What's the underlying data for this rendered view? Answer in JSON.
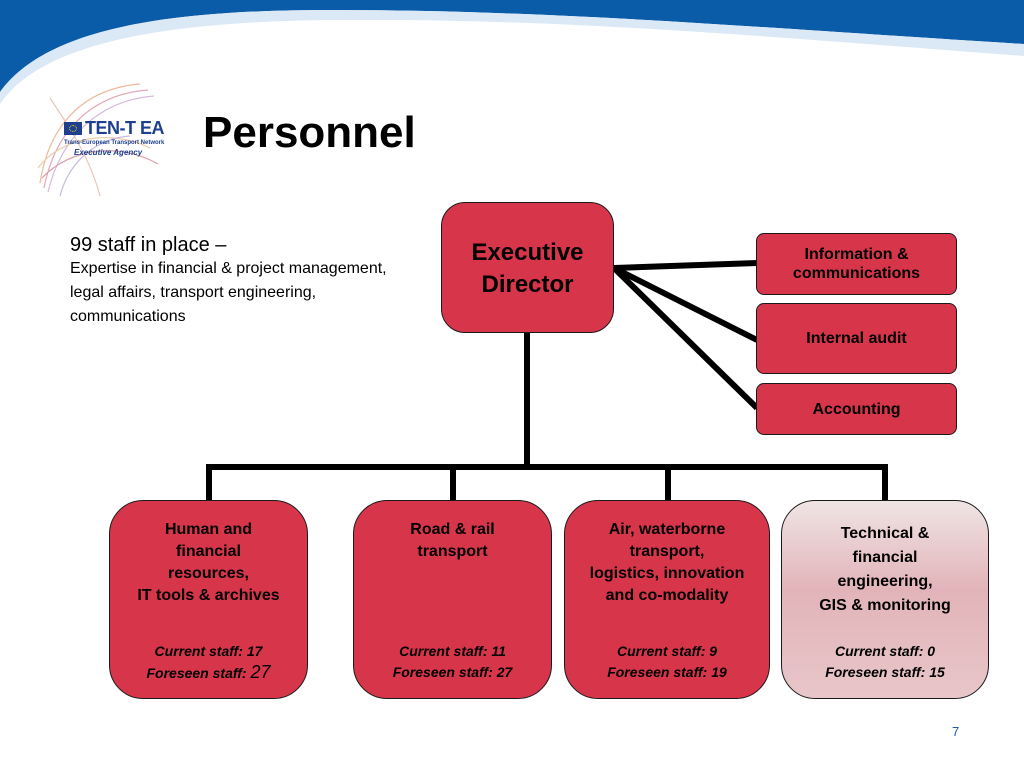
{
  "slide": {
    "title": "Personnel",
    "page_number": "7"
  },
  "logo": {
    "name": "TEN-T EA",
    "subtitle": "Trans-European Transport Network",
    "tagline": "Executive Agency"
  },
  "intro": {
    "headline": "99 staff in place –",
    "text": "Expertise in financial & project management, legal affairs, transport engineering, communications"
  },
  "org": {
    "executive": "Executive Director",
    "side_units": [
      "Information & communications",
      "Internal audit",
      "Accounting"
    ],
    "departments": [
      {
        "name": "Human and\nfinancial\nresources,\nIT tools & archives",
        "current": "Current staff: 17",
        "foreseen_label": "Foreseen staff: ",
        "foreseen_value": "27"
      },
      {
        "name": "Road & rail\ntransport",
        "current": "Current staff: 11",
        "foreseen": "Foreseen staff: 27"
      },
      {
        "name": "Air, waterborne\ntransport,\nlogistics, innovation\nand co-modality",
        "current": "Current staff: 9",
        "foreseen": "Foreseen staff: 19"
      },
      {
        "name": "Technical &\nfinancial\nengineering,\nGIS & monitoring",
        "current": "Current staff: 0",
        "foreseen": "Foreseen staff: 15"
      }
    ]
  },
  "colors": {
    "header_blue": "#0a5ba8",
    "box_red": "#d7364a",
    "box_grey": "#e2b4b9"
  }
}
